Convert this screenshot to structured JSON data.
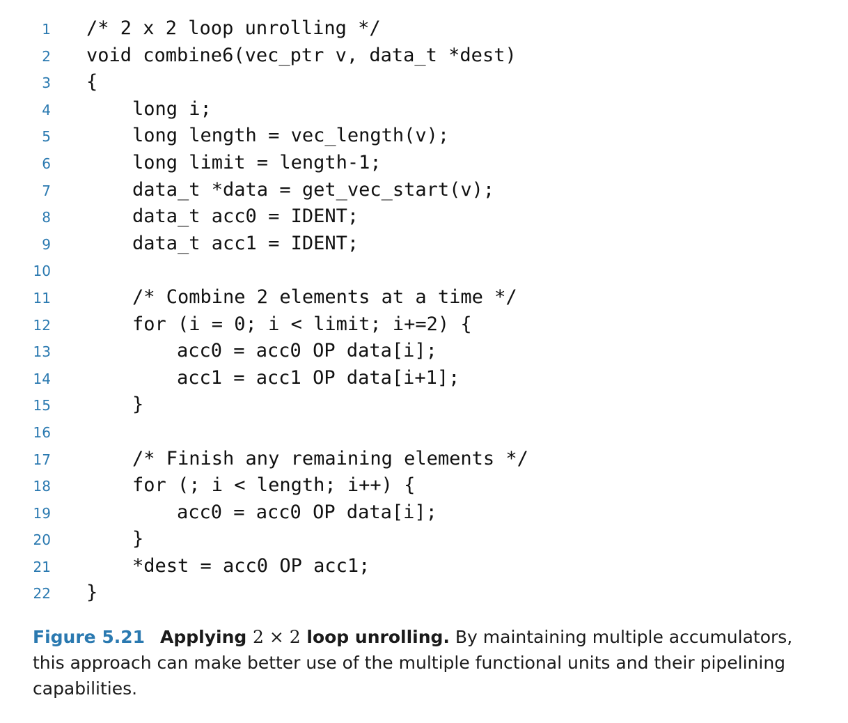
{
  "code": {
    "lines": [
      {
        "num": "1",
        "indent": 0,
        "text": "/* 2 x 2 loop unrolling */"
      },
      {
        "num": "2",
        "indent": 0,
        "text": "void combine6(vec_ptr v, data_t *dest)"
      },
      {
        "num": "3",
        "indent": 0,
        "text": "{"
      },
      {
        "num": "4",
        "indent": 1,
        "text": "long i;"
      },
      {
        "num": "5",
        "indent": 1,
        "text": "long length = vec_length(v);"
      },
      {
        "num": "6",
        "indent": 1,
        "text": "long limit = length-1;"
      },
      {
        "num": "7",
        "indent": 1,
        "text": "data_t *data = get_vec_start(v);"
      },
      {
        "num": "8",
        "indent": 1,
        "text": "data_t acc0 = IDENT;"
      },
      {
        "num": "9",
        "indent": 1,
        "text": "data_t acc1 = IDENT;"
      },
      {
        "num": "10",
        "indent": 1,
        "text": ""
      },
      {
        "num": "11",
        "indent": 1,
        "text": "/* Combine 2 elements at a time */"
      },
      {
        "num": "12",
        "indent": 1,
        "text": "for (i = 0; i < limit; i+=2) {"
      },
      {
        "num": "13",
        "indent": 2,
        "text": "acc0 = acc0 OP data[i];"
      },
      {
        "num": "14",
        "indent": 2,
        "text": "acc1 = acc1 OP data[i+1];"
      },
      {
        "num": "15",
        "indent": 1,
        "text": "}"
      },
      {
        "num": "16",
        "indent": 1,
        "text": ""
      },
      {
        "num": "17",
        "indent": 1,
        "text": "/* Finish any remaining elements */"
      },
      {
        "num": "18",
        "indent": 1,
        "text": "for (; i < length; i++) {"
      },
      {
        "num": "19",
        "indent": 2,
        "text": "acc0 = acc0 OP data[i];"
      },
      {
        "num": "20",
        "indent": 1,
        "text": "}"
      },
      {
        "num": "21",
        "indent": 1,
        "text": "*dest = acc0 OP acc1;"
      },
      {
        "num": "22",
        "indent": 0,
        "text": "}"
      }
    ]
  },
  "caption": {
    "label": "Figure 5.21",
    "title_pre": "Applying",
    "title_math": "2 × 2",
    "title_post": "loop unrolling.",
    "body": "By maintaining multiple accumulators, this approach can make better use of the multiple functional units and their pipelining capabilities."
  },
  "colors": {
    "accent": "#2a79b0",
    "text": "#111111"
  }
}
